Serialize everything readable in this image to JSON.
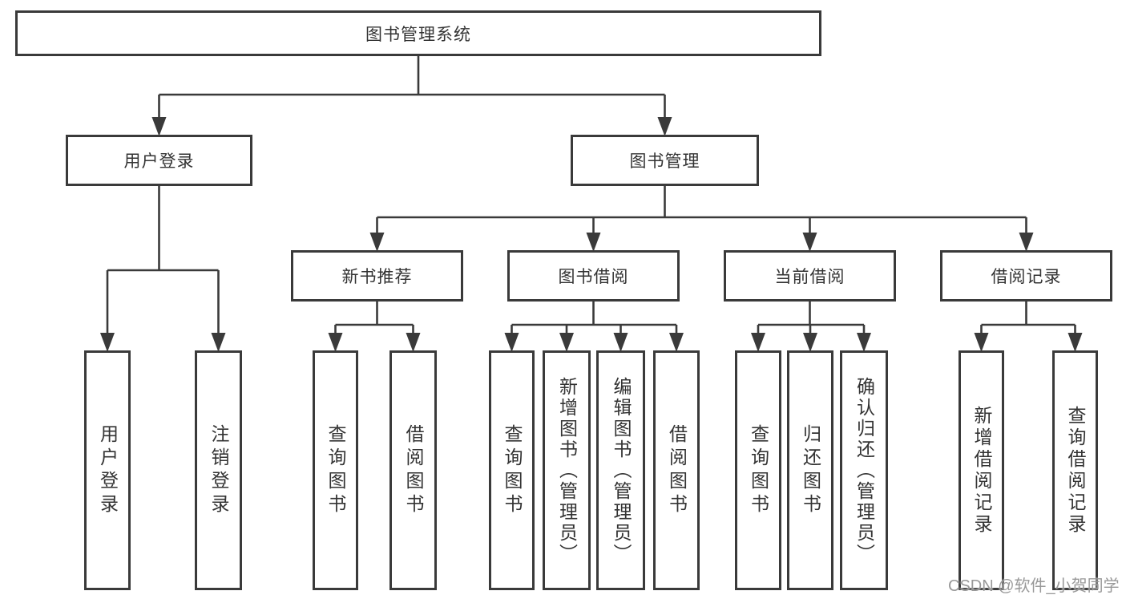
{
  "diagram_title": "图书管理系统",
  "nodes": {
    "root": {
      "label": "图书管理系统"
    },
    "user_login": {
      "label": "用户登录"
    },
    "book_mgmt": {
      "label": "图书管理"
    },
    "new_book_rec": {
      "label": "新书推荐"
    },
    "book_borrow": {
      "label": "图书借阅"
    },
    "current_borrow": {
      "label": "当前借阅"
    },
    "borrow_records": {
      "label": "借阅记录"
    },
    "leaf_user_login": {
      "label": "用户登录"
    },
    "leaf_logout": {
      "label": "注销登录"
    },
    "leaf_query_books_1": {
      "label": "查询图书"
    },
    "leaf_borrow_books_1": {
      "label": "借阅图书"
    },
    "leaf_query_books_2": {
      "label": "查询图书"
    },
    "leaf_add_books": {
      "label": "新增图书（管理员）"
    },
    "leaf_edit_books": {
      "label": "编辑图书（管理员）"
    },
    "leaf_borrow_books_2": {
      "label": "借阅图书"
    },
    "leaf_query_books_3": {
      "label": "查询图书"
    },
    "leaf_return_books": {
      "label": "归还图书"
    },
    "leaf_confirm_return": {
      "label": "确认归还（管理员）"
    },
    "leaf_add_record": {
      "label": "新增借阅记录"
    },
    "leaf_query_record": {
      "label": "查询借阅记录"
    }
  },
  "hierarchy": [
    {
      "parent": "root",
      "children": [
        "user_login",
        "book_mgmt"
      ]
    },
    {
      "parent": "user_login",
      "children": [
        "leaf_user_login",
        "leaf_logout"
      ]
    },
    {
      "parent": "book_mgmt",
      "children": [
        "new_book_rec",
        "book_borrow",
        "current_borrow",
        "borrow_records"
      ]
    },
    {
      "parent": "new_book_rec",
      "children": [
        "leaf_query_books_1",
        "leaf_borrow_books_1"
      ]
    },
    {
      "parent": "book_borrow",
      "children": [
        "leaf_query_books_2",
        "leaf_add_books",
        "leaf_edit_books",
        "leaf_borrow_books_2"
      ]
    },
    {
      "parent": "current_borrow",
      "children": [
        "leaf_query_books_3",
        "leaf_return_books",
        "leaf_confirm_return"
      ]
    },
    {
      "parent": "borrow_records",
      "children": [
        "leaf_add_record",
        "leaf_query_record"
      ]
    }
  ],
  "watermark": {
    "text": "CSDN @软件_小贺同学"
  },
  "colors": {
    "line": "#3a3a3a",
    "border": "#3a3a3a",
    "text": "#333333",
    "watermark": "#949494",
    "background": "#ffffff"
  }
}
